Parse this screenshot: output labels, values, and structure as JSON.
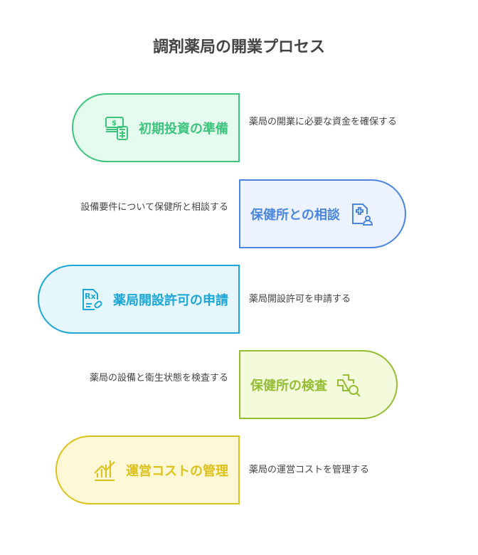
{
  "title": "調剤薬局の開業プロセス",
  "steps": [
    {
      "label": "初期投資の準備",
      "desc": "薬局の開業に必要な資金を確保する",
      "color": "#3cc47c",
      "fill": "#e4fbee",
      "icon": "money-calculator-icon"
    },
    {
      "label": "保健所との相談",
      "desc": "設備要件について保健所と相談する",
      "color": "#4a86e0",
      "fill": "#ecf3ff",
      "icon": "medical-consult-icon"
    },
    {
      "label": "薬局開設許可の申請",
      "desc": "薬局開設許可を申請する",
      "color": "#1ba6d6",
      "fill": "#e5f7fd",
      "icon": "prescription-icon"
    },
    {
      "label": "保健所の検査",
      "desc": "薬局の設備と衛生状態を検査する",
      "color": "#94bd33",
      "fill": "#f3fbdc",
      "icon": "medical-search-icon"
    },
    {
      "label": "運営コストの管理",
      "desc": "薬局の運営コストを管理する",
      "color": "#dcc11a",
      "fill": "#fff8d6",
      "icon": "chart-growth-icon"
    }
  ]
}
